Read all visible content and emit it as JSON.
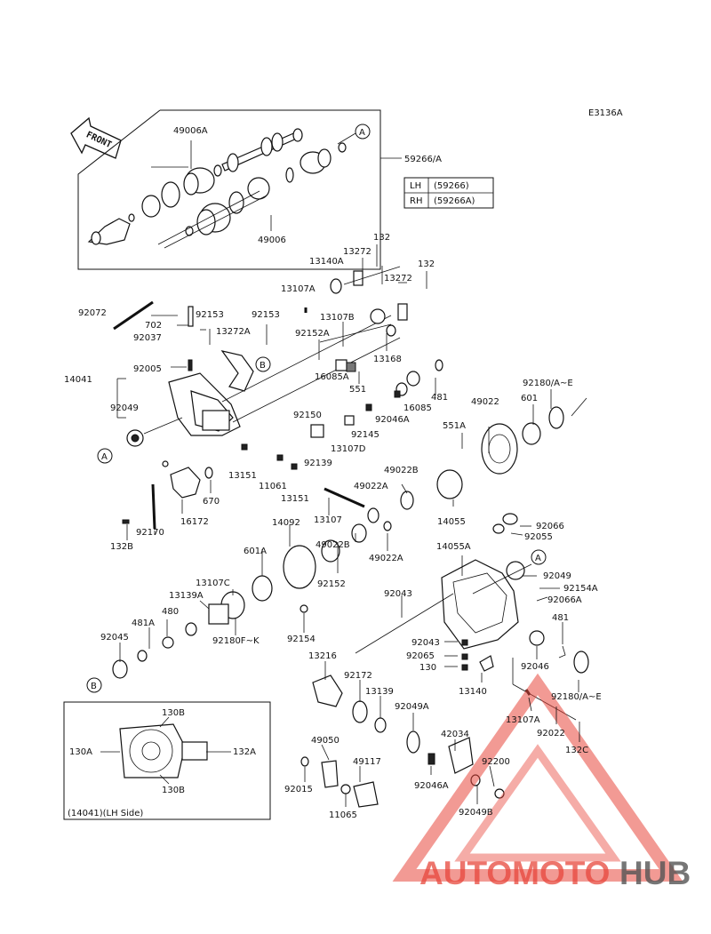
{
  "diagram_code": "E3136A",
  "front_label": "FRONT",
  "table": {
    "rows": [
      {
        "side": "LH",
        "code": "(59266)"
      },
      {
        "side": "RH",
        "code": "(59266A)"
      }
    ]
  },
  "markers": {
    "a": "A",
    "b": "B"
  },
  "inset_caption": "(14041)(LH Side)",
  "watermark": {
    "text_red": "AUTOMOTO",
    "text_gray": "HUB",
    "color_red": "#e8473c",
    "color_orange": "#f2a33a",
    "color_gray": "#555555"
  },
  "labels": {
    "l49006A": "49006A",
    "l59266": "59266/A",
    "l49006": "49006",
    "l132a": "132",
    "l13272a": "13272",
    "l13140A": "13140A",
    "l132b": "132",
    "l13272b": "13272",
    "l13107A": "13107A",
    "l92072": "92072",
    "l702": "702",
    "l92153a": "92153",
    "l92153b": "92153",
    "l92037": "92037",
    "l13272A": "13272A",
    "l13107B": "13107B",
    "l92152A": "92152A",
    "l13168": "13168",
    "l14041": "14041",
    "l92005": "92005",
    "l16085A": "16085A",
    "l551": "551",
    "l481": "481",
    "l92180AE": "92180/A~E",
    "l92150": "92150",
    "l16085": "16085",
    "l92046A": "92046A",
    "l49022": "49022",
    "l601": "601",
    "l92049a": "92049",
    "l92145": "92145",
    "l551A": "551A",
    "l13107D": "13107D",
    "l92139": "92139",
    "l49022B": "49022B",
    "l13151a": "13151",
    "l11061": "11061",
    "l13151b": "13151",
    "l49022A": "49022A",
    "l670": "670",
    "l16172": "16172",
    "l13107": "13107",
    "l14055": "14055",
    "l92066": "92066",
    "l92055": "92055",
    "l92170": "92170",
    "l132B": "132B",
    "l14092": "14092",
    "l14055A": "14055A",
    "l49022Bb": "49022B",
    "l49022Ab": "49022A",
    "l601A": "601A",
    "l92049b": "92049",
    "l92152": "92152",
    "l13107C": "13107C",
    "l92154A": "92154A",
    "l13139A": "13139A",
    "l92043a": "92043",
    "l92066A": "92066A",
    "l480": "480",
    "l92180FK": "92180F~K",
    "l481A": "481A",
    "l92154": "92154",
    "l92045": "92045",
    "l481b": "481",
    "l92043b": "92043",
    "l92065": "92065",
    "l92046": "92046",
    "l130": "130",
    "l13216": "13216",
    "l92172": "92172",
    "l13140": "13140",
    "l92180AEb": "92180/A~E",
    "l13139": "13139",
    "l92049A": "92049A",
    "l13107Ab": "13107A",
    "l92022": "92022",
    "l130B": "130B",
    "l42034": "42034",
    "l132C": "132C",
    "l130A": "130A",
    "l132A": "132A",
    "l49050": "49050",
    "l49117": "49117",
    "l92200": "92200",
    "l92046Ab": "92046A",
    "l92015": "92015",
    "l130Bb": "130B",
    "l11065": "11065",
    "l92049B": "92049B"
  }
}
